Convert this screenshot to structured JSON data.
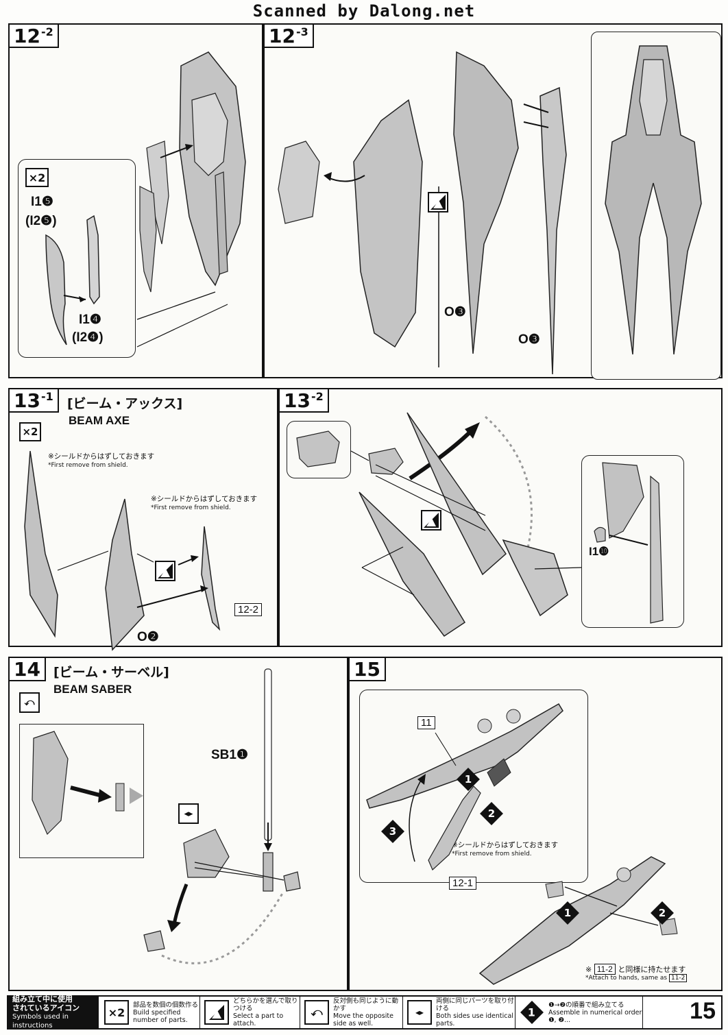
{
  "header": {
    "scanner": "Scanned by Dalong.net"
  },
  "steps": {
    "s12_2": {
      "num": "12",
      "sub": "-2",
      "mult": "×2",
      "part_a": "I1❺",
      "part_a2": "(I2❺)",
      "part_b": "I1❹",
      "part_b2": "(I2❹)"
    },
    "s12_3": {
      "num": "12",
      "sub": "-3",
      "code_left": "O❸",
      "code_right": "O❸"
    },
    "s13_1": {
      "num": "13",
      "sub": "-1",
      "title_jp": "[ビーム・アックス]",
      "title_en": "BEAM AXE",
      "mult": "×2",
      "note1_jp": "※シールドからはずしておきます",
      "note1_en": "*First remove from shield.",
      "note2_jp": "※シールドからはずしておきます",
      "note2_en": "*First remove from shield.",
      "ref": "12-2",
      "code": "O❷"
    },
    "s13_2": {
      "num": "13",
      "sub": "-2",
      "code": "I1❿"
    },
    "s14": {
      "num": "14",
      "title_jp": "[ビーム・サーベル]",
      "title_en": "BEAM SABER",
      "code": "SB1❶"
    },
    "s15": {
      "num": "15",
      "ref_top": "11",
      "ref_bottom": "12-1",
      "note_jp": "※シールドからはずしておきます",
      "note_en": "*First remove from shield.",
      "n1": "1",
      "n2": "2",
      "n3": "3",
      "b_n1": "1",
      "b_n2": "2",
      "attach_pre": "※",
      "attach_ref": "11-2",
      "attach_jp": "と同様に持たせます",
      "attach_en": "*Attach to hands, same as",
      "attach_en_ref": "11-2"
    }
  },
  "footer": {
    "head_jp1": "組み立て中に使用",
    "head_jp2": "されているアイコン",
    "head_en": "Symbols used in instructions",
    "items": [
      {
        "icon": "×2",
        "jp": "部品を数個の個数作る",
        "en": "Build specified number of parts."
      },
      {
        "icon": "",
        "jp": "どちらかを選んで取りつける",
        "en": "Select a part to attach."
      },
      {
        "icon": "",
        "jp": "反対側も同じように動かす",
        "en": "Move the opposite side as well."
      },
      {
        "icon": "",
        "jp": "両側に同じパーツを取り付ける",
        "en": "Both sides use identical parts."
      },
      {
        "icon": "1",
        "jp": "❶→❷の順番で組み立てる",
        "en": "Assemble in numerical order ❶, ❷..."
      }
    ],
    "page": "15"
  }
}
